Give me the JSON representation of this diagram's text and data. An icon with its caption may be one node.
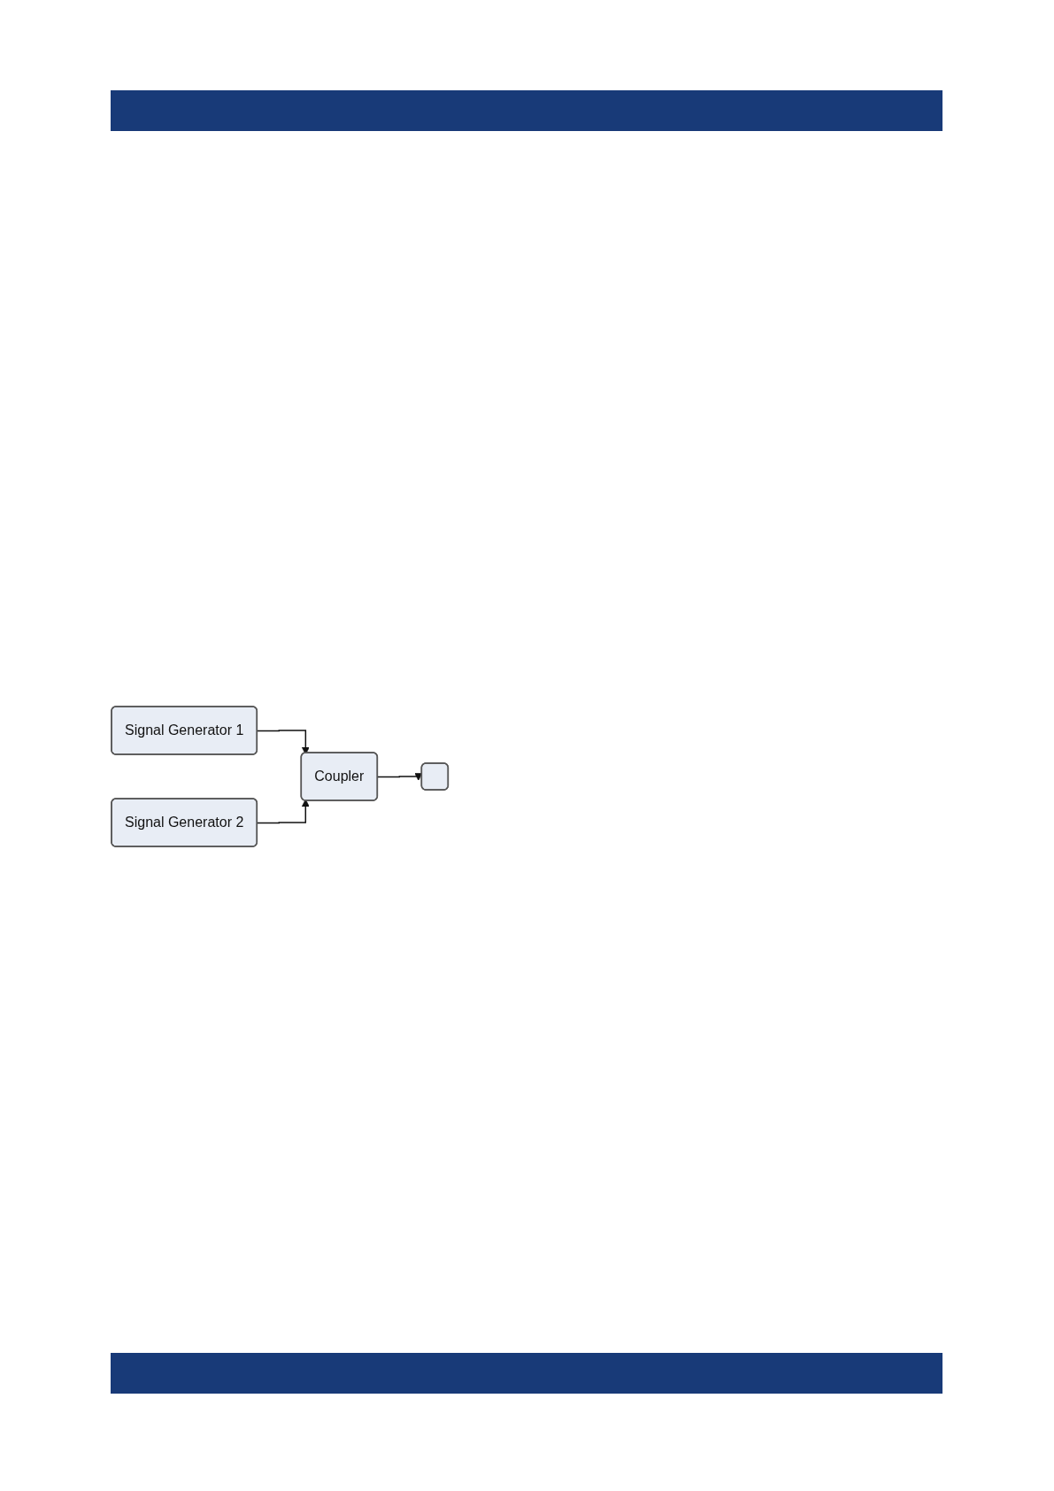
{
  "diagram": {
    "nodes": [
      {
        "text": [
          "Signal Generator 1"
        ]
      },
      {
        "text": [
          "Signal Generator 2"
        ]
      },
      {
        "text": [
          "Coupler"
        ]
      },
      {
        "text": [],
        "shape": "box"
      }
    ],
    "edges": [
      {
        "from": 0,
        "to": 2,
        "arrow": "to"
      },
      {
        "from": 1,
        "to": 2,
        "arrow": "to"
      },
      {
        "from": 2,
        "to": 3,
        "arrow": "to"
      }
    ]
  }
}
